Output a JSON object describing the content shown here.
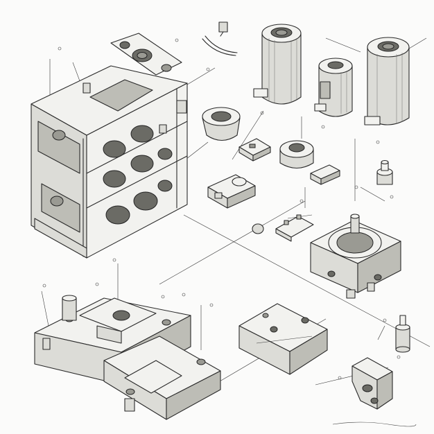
{
  "drawing": {
    "background": "#fbfbfa",
    "ink": "#2a2a2a",
    "shade_light": "#dcdcd7",
    "shade_dark": "#bdbdb6"
  },
  "components": [
    {
      "id": "engine-block",
      "icon": "engine-block-icon"
    },
    {
      "id": "base-frame",
      "icon": "base-frame-icon"
    },
    {
      "id": "tall-cylinder-left",
      "icon": "cylinder-icon"
    },
    {
      "id": "short-cylinder-middle",
      "icon": "cylinder-icon"
    },
    {
      "id": "tall-cylinder-right",
      "icon": "cylinder-icon"
    },
    {
      "id": "cup-bushing",
      "icon": "bushing-icon"
    },
    {
      "id": "flange-collar",
      "icon": "collar-icon"
    },
    {
      "id": "housing-block",
      "icon": "housing-icon"
    },
    {
      "id": "slide-plate",
      "icon": "plate-icon"
    },
    {
      "id": "corner-bracket",
      "icon": "bracket-icon"
    },
    {
      "id": "motor-module",
      "icon": "motor-icon"
    },
    {
      "id": "sensor-bracket",
      "icon": "sensor-icon"
    },
    {
      "id": "small-bolt",
      "icon": "bolt-icon"
    },
    {
      "id": "small-plug",
      "icon": "plug-icon"
    },
    {
      "id": "curved-clip",
      "icon": "clip-icon"
    }
  ]
}
